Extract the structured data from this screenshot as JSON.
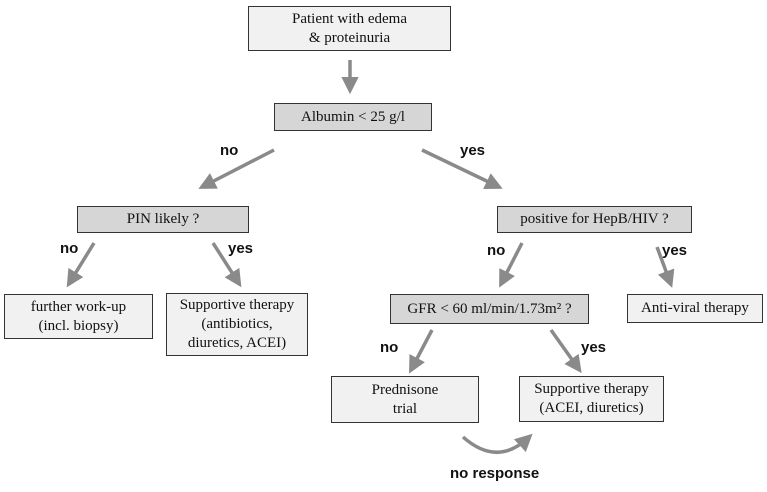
{
  "nodes": {
    "root": {
      "line1": "Patient with edema",
      "line2": "& proteinuria"
    },
    "albumin": {
      "text": "Albumin <  25 g/l"
    },
    "pin": {
      "text": "PIN likely ?"
    },
    "hep": {
      "text": "positive for HepB/HIV ?"
    },
    "workup": {
      "line1": "further work-up",
      "line2": "(incl. biopsy)"
    },
    "support1": {
      "line1": "Supportive therapy",
      "line2": "(antibiotics,",
      "line3": "diuretics, ACEI)"
    },
    "gfr": {
      "text": "GFR < 60 ml/min/1.73m² ?"
    },
    "antiviral": {
      "text": "Anti-viral therapy"
    },
    "prednisone": {
      "line1": "Prednisone",
      "line2": "trial"
    },
    "support2": {
      "line1": "Supportive therapy",
      "line2": "(ACEI, diuretics)"
    }
  },
  "labels": {
    "albumin_no": "no",
    "albumin_yes": "yes",
    "pin_no": "no",
    "pin_yes": "yes",
    "hep_no": "no",
    "hep_yes": "yes",
    "gfr_no": "no",
    "gfr_yes": "yes",
    "no_response": "no response"
  },
  "colors": {
    "arrow": "#8a8a8a",
    "box_light": "#f1f1f1",
    "box_dark": "#d6d6d6"
  }
}
